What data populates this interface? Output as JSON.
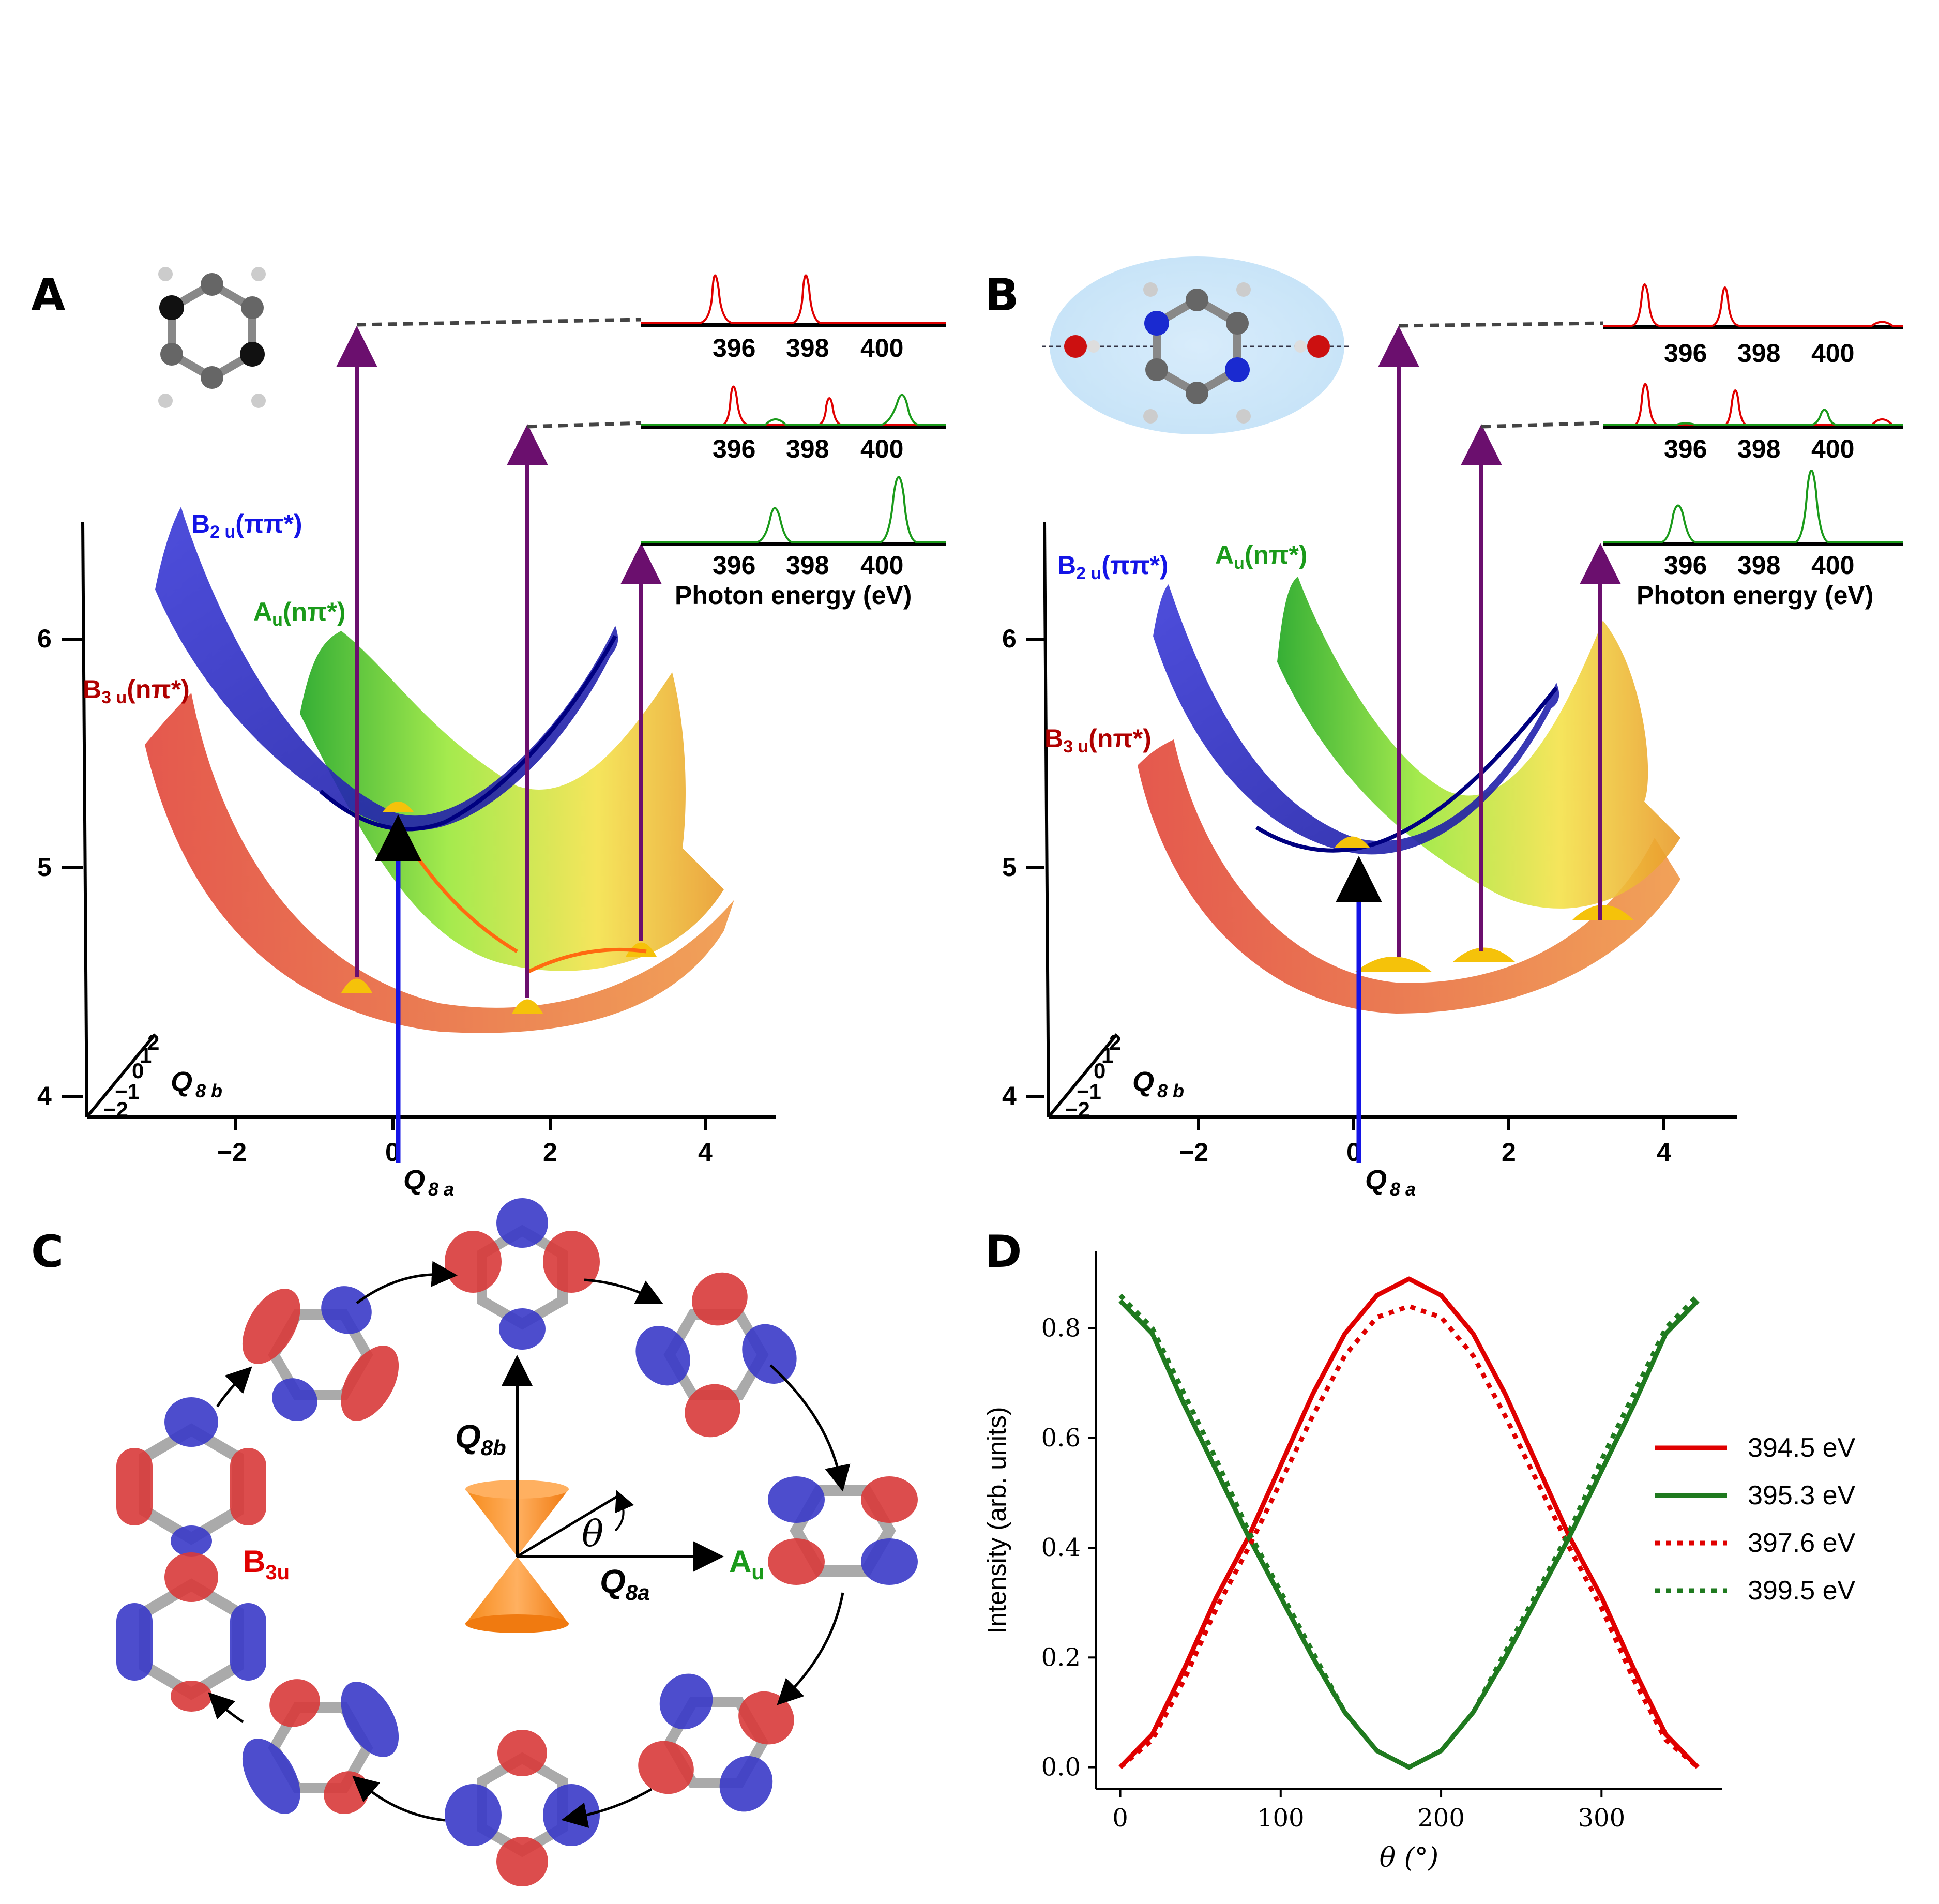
{
  "panel_labels": {
    "a": "A",
    "b": "B",
    "c": "C",
    "d": "D"
  },
  "colors": {
    "red": "#e00000",
    "green": "#1a9a1a",
    "darkgreen": "#1f7a1f",
    "blue": "#1414e6",
    "purple": "#6b0f6e",
    "orange": "#ff8a1a"
  },
  "panel_a": {
    "states": {
      "b2u": {
        "main": "B",
        "sub": "2 u",
        "paren": "(ππ*)"
      },
      "au": {
        "main": "A",
        "sub": "u",
        "paren": "(nπ*)"
      },
      "b3u": {
        "main": "B",
        "sub": "3 u",
        "paren": "(nπ*)"
      }
    },
    "z_ticks": [
      "4",
      "5",
      "6"
    ],
    "x_ticks": [
      "−2",
      "0",
      "2",
      "4"
    ],
    "y_ticks": [
      "−2",
      "−1",
      "0",
      "1",
      "2"
    ],
    "x_label": {
      "main": "Q",
      "sub": "8 a"
    },
    "y_label": {
      "main": "Q",
      "sub": "8 b"
    },
    "spectra_ticks": [
      "396",
      "398",
      "400"
    ],
    "spectra_xlabel": "Photon energy (eV)"
  },
  "panel_b": {
    "states": {
      "b2u": {
        "main": "B",
        "sub": "2 u",
        "paren": "(ππ*)"
      },
      "au": {
        "main": "A",
        "sub": "u",
        "paren": "(nπ*)"
      },
      "b3u": {
        "main": "B",
        "sub": "3 u",
        "paren": "(nπ*)"
      }
    },
    "z_ticks": [
      "4",
      "5",
      "6"
    ],
    "x_ticks": [
      "−2",
      "0",
      "2",
      "4"
    ],
    "y_ticks": [
      "−2",
      "−1",
      "0",
      "1",
      "2"
    ],
    "x_label": {
      "main": "Q",
      "sub": "8 a"
    },
    "y_label": {
      "main": "Q",
      "sub": "8 b"
    },
    "spectra_ticks": [
      "396",
      "398",
      "400"
    ],
    "spectra_xlabel": "Photon energy (eV)"
  },
  "panel_c": {
    "q8b": {
      "main": "Q",
      "sub": "8b"
    },
    "q8a": {
      "main": "Q",
      "sub": "8a"
    },
    "theta": "θ",
    "b3u": {
      "main": "B",
      "sub": "3u"
    },
    "au": {
      "main": "A",
      "sub": "u"
    }
  },
  "chart_data": {
    "type": "line",
    "xlabel": "θ (°)",
    "ylabel": "Intensity (arb. units)",
    "xlim": [
      -15,
      375
    ],
    "ylim": [
      -0.04,
      0.94
    ],
    "x_ticks": [
      0,
      100,
      200,
      300
    ],
    "y_ticks": [
      0.0,
      0.2,
      0.4,
      0.6,
      0.8
    ],
    "x_tick_labels": [
      "0",
      "100",
      "200",
      "300"
    ],
    "y_tick_labels": [
      "0.0",
      "0.2",
      "0.4",
      "0.6",
      "0.8"
    ],
    "legend_position": "right",
    "x": [
      0,
      20,
      40,
      60,
      80,
      100,
      120,
      140,
      160,
      180,
      200,
      220,
      240,
      260,
      280,
      300,
      320,
      340,
      360
    ],
    "series": [
      {
        "name": "394.5 eV",
        "color": "#e00000",
        "style": "solid",
        "values": [
          0.0,
          0.06,
          0.18,
          0.31,
          0.42,
          0.55,
          0.68,
          0.79,
          0.86,
          0.89,
          0.86,
          0.79,
          0.68,
          0.55,
          0.42,
          0.31,
          0.18,
          0.06,
          0.0
        ]
      },
      {
        "name": "395.3 eV",
        "color": "#1f7a1f",
        "style": "solid",
        "values": [
          0.85,
          0.79,
          0.66,
          0.54,
          0.42,
          0.31,
          0.2,
          0.1,
          0.03,
          0.0,
          0.03,
          0.1,
          0.2,
          0.31,
          0.42,
          0.54,
          0.66,
          0.79,
          0.85
        ]
      },
      {
        "name": "397.6 eV",
        "color": "#e00000",
        "style": "dotted",
        "values": [
          0.0,
          0.05,
          0.16,
          0.29,
          0.4,
          0.52,
          0.64,
          0.75,
          0.82,
          0.84,
          0.82,
          0.75,
          0.64,
          0.52,
          0.4,
          0.29,
          0.16,
          0.05,
          0.0
        ]
      },
      {
        "name": "399.5 eV",
        "color": "#1f7a1f",
        "style": "dotted",
        "values": [
          0.86,
          0.8,
          0.68,
          0.56,
          0.43,
          0.32,
          0.21,
          0.1,
          0.03,
          0.0,
          0.03,
          0.1,
          0.21,
          0.32,
          0.43,
          0.56,
          0.68,
          0.8,
          0.86
        ]
      }
    ]
  }
}
